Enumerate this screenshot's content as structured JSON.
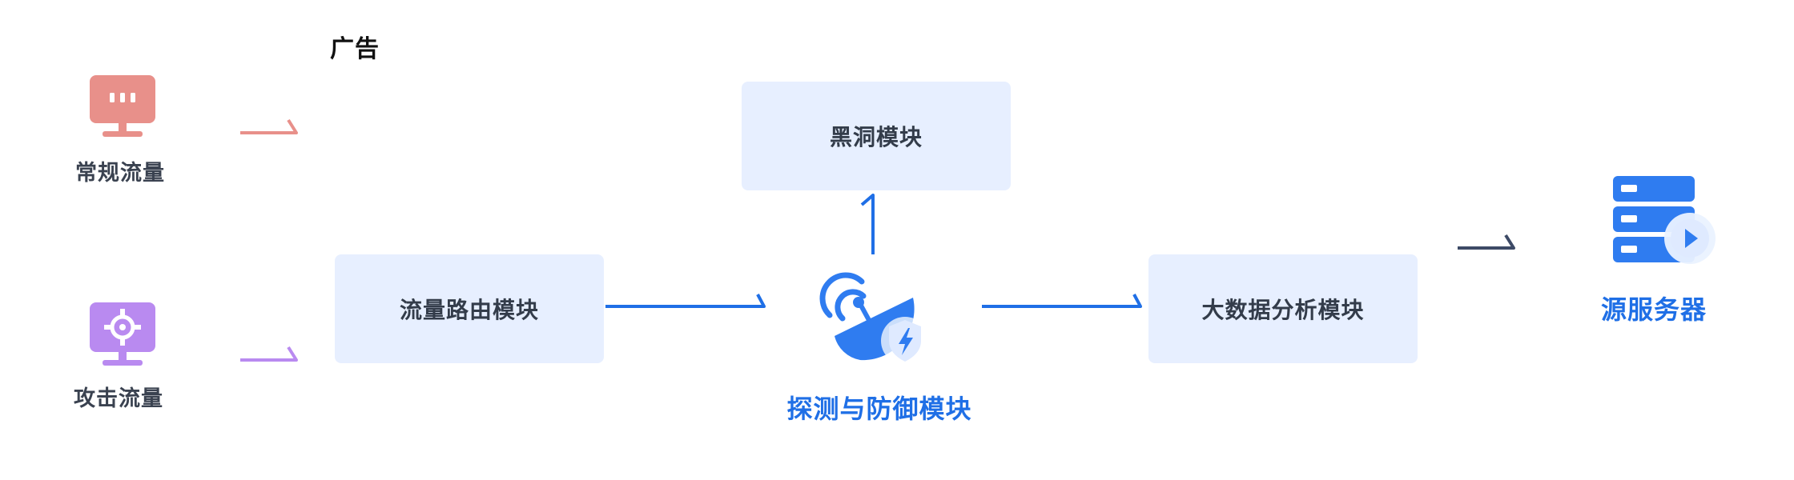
{
  "ad_label": "广告",
  "sources": {
    "normal": {
      "label": "常规流量",
      "icon": "monitor-icon",
      "color": "#e8908a"
    },
    "attack": {
      "label": "攻击流量",
      "icon": "crosshair-monitor-icon",
      "color": "#b98af0"
    }
  },
  "modules": {
    "routing": "流量路由模块",
    "blackhole": "黑洞模块",
    "detection": "探测与防御模块",
    "bigdata": "大数据分析模块",
    "server": "源服务器"
  },
  "colors": {
    "accent": "#1f6fe6",
    "box_bg": "#e7efff",
    "dark_arrow": "#3d4a66"
  }
}
